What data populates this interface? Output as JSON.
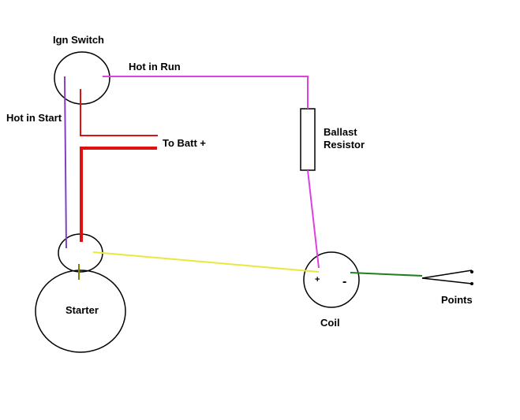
{
  "labels": {
    "ign_switch": "Ign Switch",
    "hot_in_run": "Hot in Run",
    "hot_in_start": "Hot in Start",
    "to_batt": "To Batt +",
    "ballast_line1": "Ballast",
    "ballast_line2": "Resistor",
    "starter": "Starter",
    "coil": "Coil",
    "coil_plus": "+",
    "coil_minus": "-",
    "points": "Points"
  },
  "colors": {
    "outline": "#000000",
    "hot_in_run_wire": "#e040e0",
    "hot_in_start_wire": "#8040c0",
    "battery_wire": "#e01010",
    "starter_to_coil_wire": "#e8e840",
    "coil_to_points_wire": "#208020",
    "starter_stud_wire": "#808000"
  }
}
